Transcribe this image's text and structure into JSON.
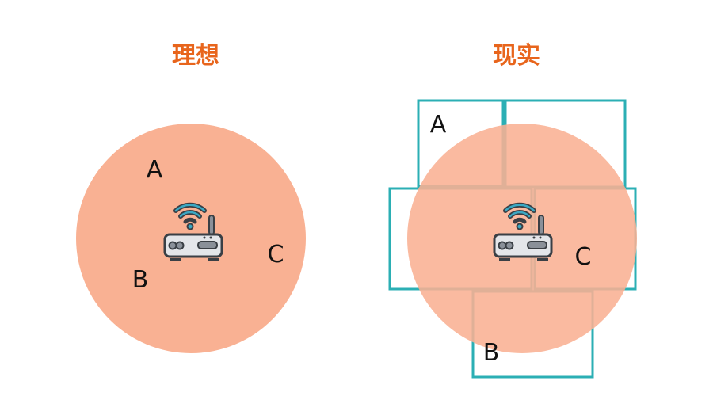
{
  "panels": [
    {
      "title": "理想",
      "labels": [
        "A",
        "B",
        "C"
      ]
    },
    {
      "title": "现实",
      "labels": [
        "A",
        "B",
        "C"
      ]
    }
  ],
  "colors": {
    "title": "#E8651C",
    "coverage": "#F9B193",
    "cell_border": "#2BAFB4",
    "router": "#3a3f45",
    "wifi": "#3BA9C4"
  },
  "icons": [
    "router-icon",
    "wifi-icon"
  ]
}
